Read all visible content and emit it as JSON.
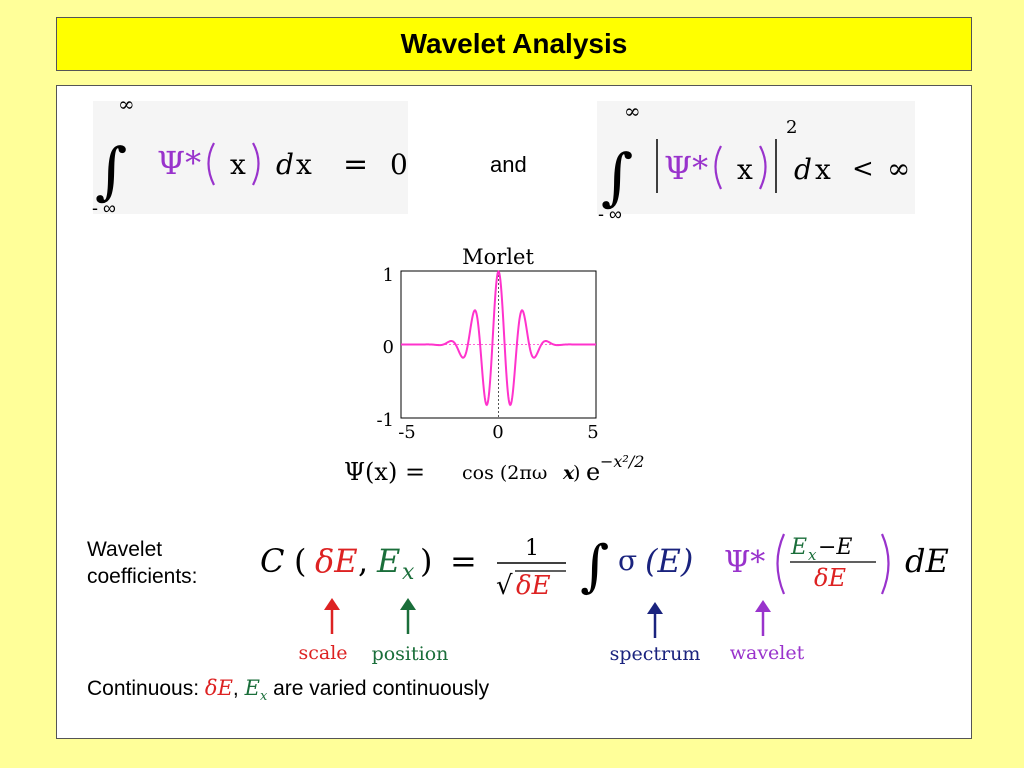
{
  "title": "Wavelet Analysis",
  "conditions": {
    "lower_limit": "- ∞",
    "upper_limit": "∞",
    "integral_sign": "∫",
    "psi": "Ψ*",
    "x": "x",
    "d": "d",
    "dx_x": "x",
    "equals": "=",
    "zero": "0",
    "connector": "and",
    "exponent": "2",
    "less_than": "<",
    "infinity": "∞"
  },
  "morlet_plot": {
    "title": "Morlet",
    "y_ticks": [
      "1",
      "0",
      "-1"
    ],
    "x_ticks": [
      "-5",
      "0",
      "5"
    ]
  },
  "morlet_formula": {
    "lhs": "Ψ(x) =",
    "cos_text": "cos (2πω",
    "cos_x": "x",
    "cos_close": ")",
    "exp_base": "e",
    "exponent": "−x²/2"
  },
  "coefficients": {
    "label_line1": "Wavelet",
    "label_line2": "coefficients:",
    "C": "C",
    "open_paren": "(",
    "deltaE": "δE",
    "comma": ",",
    "Ex": "E",
    "Ex_sub": "x",
    "close_paren": ")",
    "equals": "=",
    "numerator": "1",
    "sqrt": "√",
    "integral": "∫",
    "sigma": "σ",
    "E_arg": "(E)",
    "psi_star": "Ψ*",
    "frac_top_E": "E",
    "frac_top_sub": "x",
    "frac_top_rest": "−E",
    "frac_bottom": "δE",
    "dE": "dE"
  },
  "annotations": {
    "scale": "scale",
    "position": "position",
    "spectrum": "spectrum",
    "wavelet": "wavelet"
  },
  "colors": {
    "title_bg": "#ffff00",
    "page_bg": "#ffff99",
    "purple": "#9933cc",
    "red": "#dd2222",
    "green": "#1a6e3a",
    "navy": "#1a237e",
    "magenta": "#ff33cc"
  },
  "footer": {
    "prefix": "Continuous:",
    "deltaE": "δE",
    "comma": ",",
    "Ex": "E",
    "Ex_sub": "x",
    "suffix": "are varied continuously"
  }
}
